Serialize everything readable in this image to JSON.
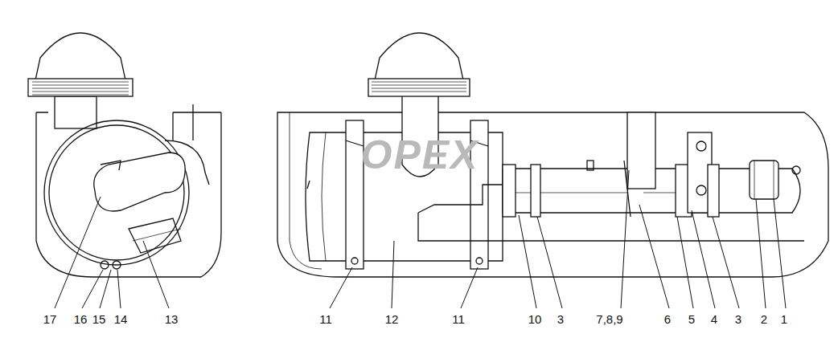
{
  "diagram": {
    "labels": [
      "OPEX",
      "17",
      "16",
      "15",
      "14",
      "13",
      "11",
      "12",
      "11",
      "10",
      "3",
      "7,8,9",
      "6",
      "5",
      "4",
      "3",
      "2",
      "1"
    ]
  }
}
